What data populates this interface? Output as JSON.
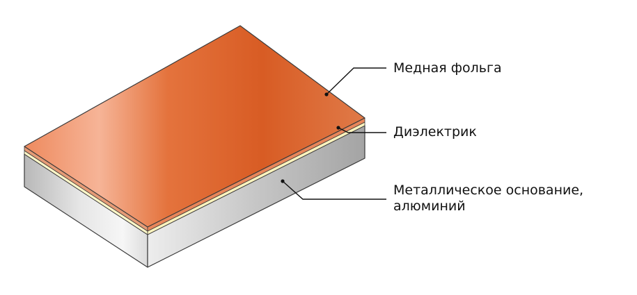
{
  "labels": {
    "copper_foil": "Медная фольга",
    "dielectric": "Диэлектрик",
    "metal_base_line1": "Металлическое основание,",
    "metal_base_line2": "алюминий"
  },
  "colors": {
    "copper": "#D9622A",
    "copper_highlight": "#F6B497",
    "dielectric": "#FFF7C8",
    "aluminum": "#C8C8C8",
    "outline": "#3A3A3A",
    "leader": "#111111"
  }
}
